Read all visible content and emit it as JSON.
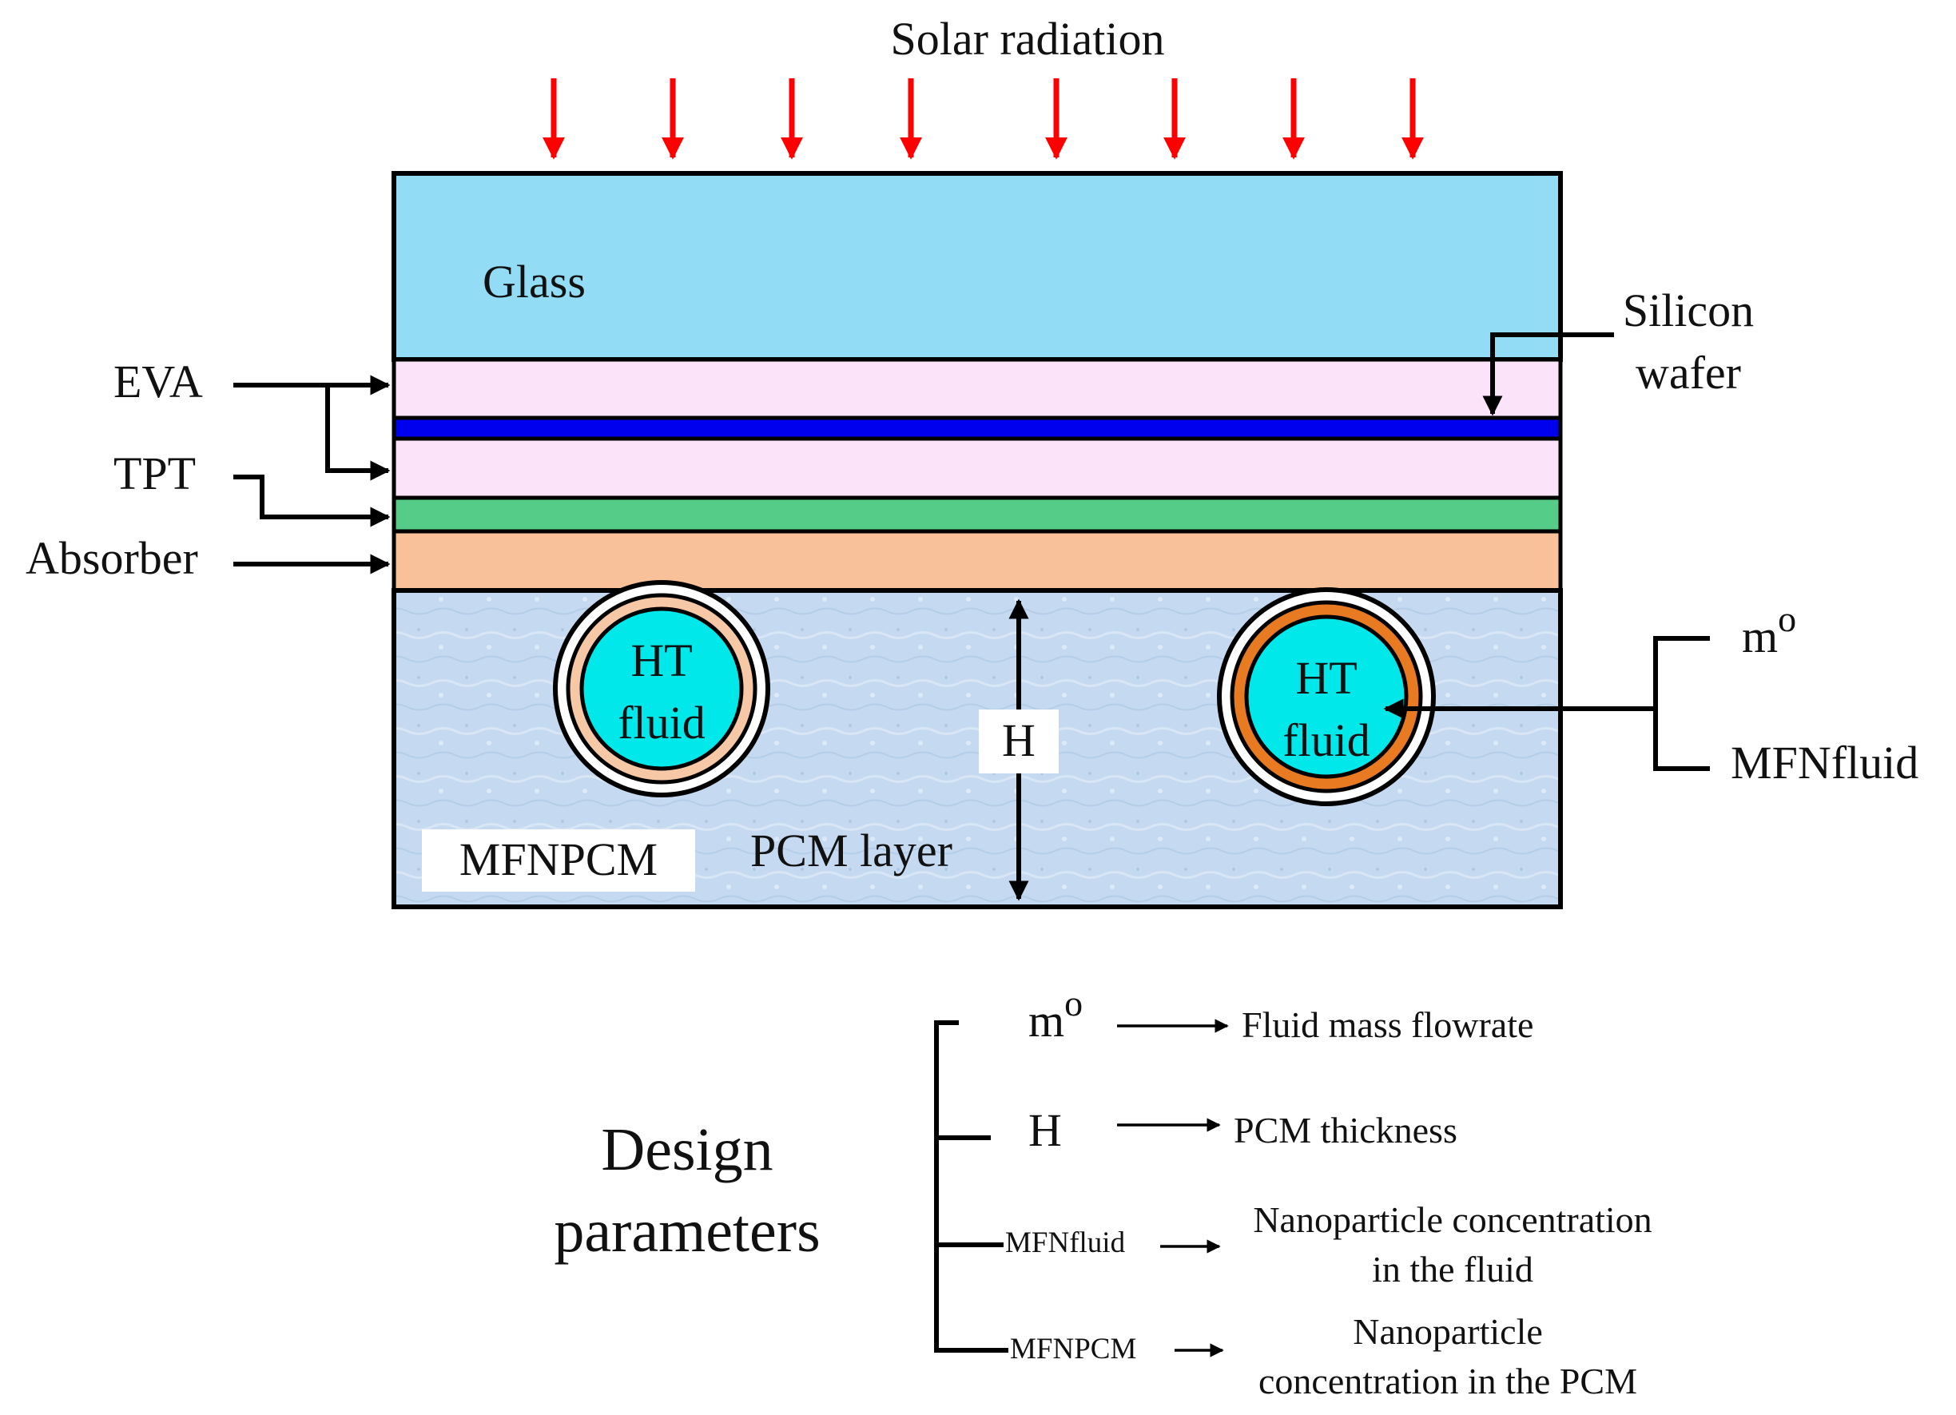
{
  "solar": {
    "label": "Solar radiation",
    "arrow_count": 8
  },
  "layers": {
    "glass": "Glass",
    "eva": "EVA",
    "tpt": "TPT",
    "absorber": "Absorber",
    "silicon_line1": "Silicon",
    "silicon_line2": "wafer"
  },
  "pcm": {
    "pipe_line1": "HT",
    "pipe_line2": "fluid",
    "height_label": "H",
    "mfnpcm_label": "MFNPCM",
    "layer_label": "PCM layer"
  },
  "inputs": {
    "mdot": "m",
    "mdot_sup": "o",
    "mfnfluid": "MFNfluid"
  },
  "design": {
    "title_line1": "Design",
    "title_line2": "parameters",
    "params": [
      {
        "symbol": "m",
        "symbol_sup": "o",
        "line1": "Fluid mass flowrate",
        "line2": ""
      },
      {
        "symbol": "H",
        "symbol_sup": "",
        "line1": "PCM thickness",
        "line2": ""
      },
      {
        "symbol": "MFNfluid",
        "symbol_sup": "",
        "line1": "Nanoparticle concentration",
        "line2": "in the fluid"
      },
      {
        "symbol": "MFNPCM",
        "symbol_sup": "",
        "line1": "Nanoparticle",
        "line2": "concentration in the PCM"
      }
    ]
  },
  "colors": {
    "glass": "#92dcf6",
    "eva": "#fbe4f9",
    "silicon": "#0000ee",
    "tpt": "#55cc88",
    "absorber": "#f8c19a",
    "pcm": "#c5daf0",
    "fluid": "#00e8ea",
    "pipe_left": "#f7c8a6",
    "pipe_right": "#e87a22",
    "solar_arrow": "#ff0000"
  }
}
